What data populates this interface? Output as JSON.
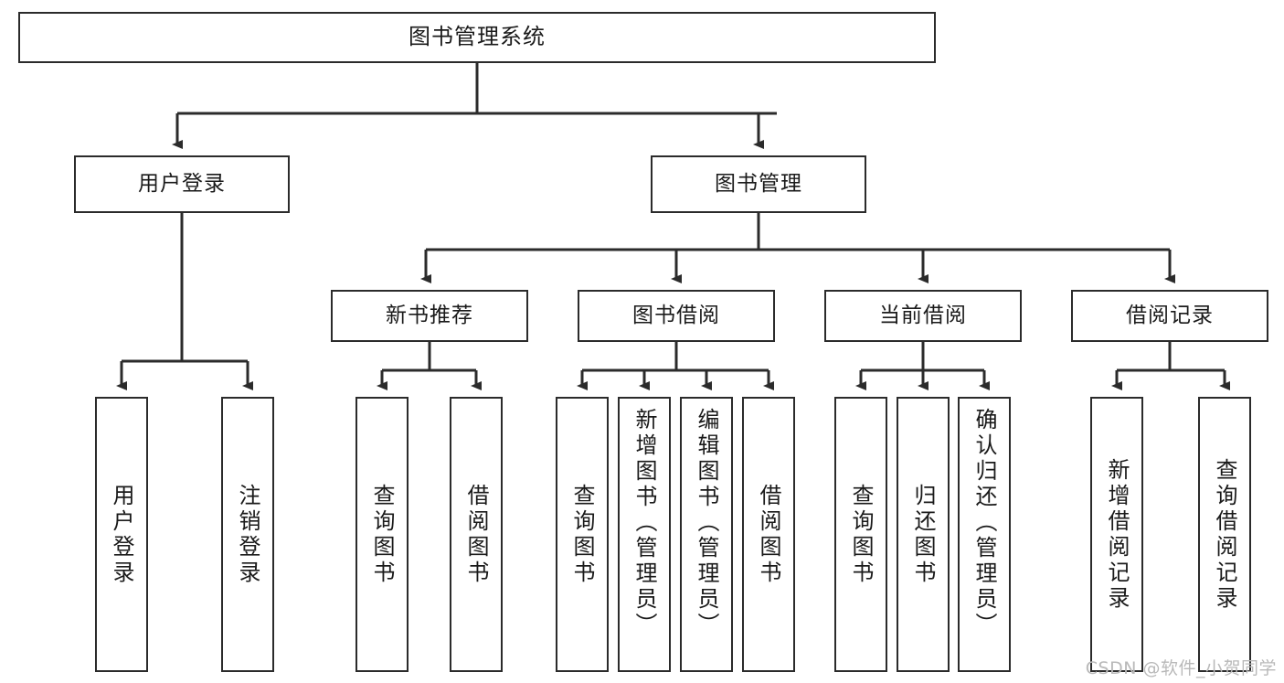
{
  "diagram": {
    "type": "tree",
    "title": "图书管理系统",
    "root": {
      "id": "root",
      "label": "图书管理系统"
    },
    "level2": [
      {
        "id": "user-login",
        "label": "用户登录"
      },
      {
        "id": "book-manage",
        "label": "图书管理"
      }
    ],
    "level3": [
      {
        "id": "new-book-rec",
        "label": "新书推荐",
        "parent": "book-manage"
      },
      {
        "id": "book-borrow",
        "label": "图书借阅",
        "parent": "book-manage"
      },
      {
        "id": "current-borrow",
        "label": "当前借阅",
        "parent": "book-manage"
      },
      {
        "id": "borrow-record",
        "label": "借阅记录",
        "parent": "book-manage"
      }
    ],
    "leaves": [
      {
        "id": "leaf-user-login",
        "label": "用户登录",
        "parent": "user-login"
      },
      {
        "id": "leaf-user-logout",
        "label": "注销登录",
        "parent": "user-login"
      },
      {
        "id": "leaf-rec-query",
        "label": "查询图书",
        "parent": "new-book-rec"
      },
      {
        "id": "leaf-rec-borrow",
        "label": "借阅图书",
        "parent": "new-book-rec"
      },
      {
        "id": "leaf-borrow-query",
        "label": "查询图书",
        "parent": "book-borrow"
      },
      {
        "id": "leaf-borrow-add",
        "label": "新增图书（管理员）",
        "parent": "book-borrow"
      },
      {
        "id": "leaf-borrow-edit",
        "label": "编辑图书（管理员）",
        "parent": "book-borrow"
      },
      {
        "id": "leaf-borrow-lend",
        "label": "借阅图书",
        "parent": "book-borrow"
      },
      {
        "id": "leaf-cur-query",
        "label": "查询图书",
        "parent": "current-borrow"
      },
      {
        "id": "leaf-cur-return",
        "label": "归还图书",
        "parent": "current-borrow"
      },
      {
        "id": "leaf-cur-confirm",
        "label": "确认归还（管理员）",
        "parent": "current-borrow"
      },
      {
        "id": "leaf-rec-add",
        "label": "新增借阅记录",
        "parent": "borrow-record"
      },
      {
        "id": "leaf-rec-query2",
        "label": "查询借阅记录",
        "parent": "borrow-record"
      }
    ]
  },
  "watermark": {
    "text": "CSDN @软件_小贺同学"
  },
  "colors": {
    "stroke": "#2b2b2b",
    "background": "#ffffff",
    "text": "#1a1a1a",
    "watermark": "#b9b9b9"
  }
}
